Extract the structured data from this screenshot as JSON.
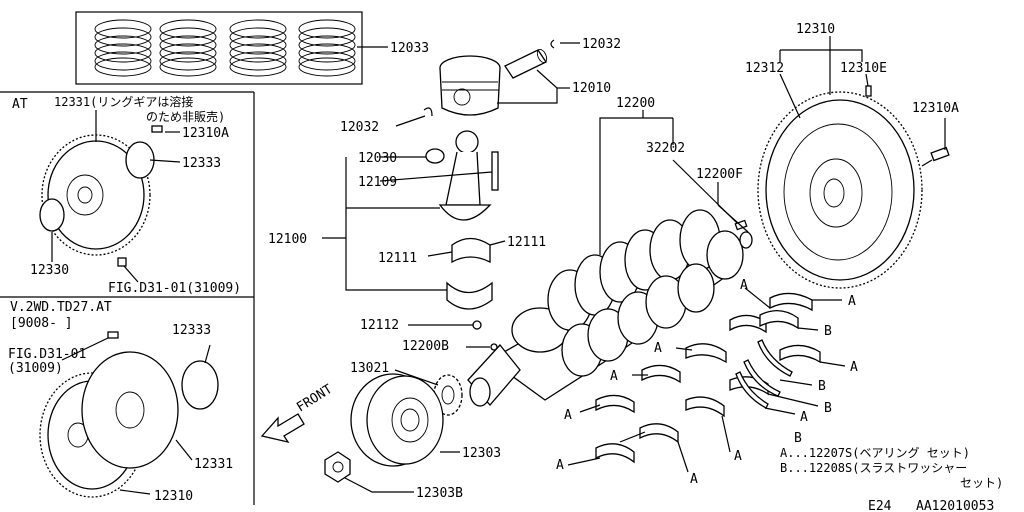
{
  "diagram": {
    "labels": {
      "p12033": "12033",
      "p12032a": "12032",
      "p12010": "12010",
      "p12032b": "12032",
      "p12200": "12200",
      "p12310": "12310",
      "p12312": "12312",
      "p12310E": "12310E",
      "p12310A_r": "12310A",
      "p32202": "32202",
      "p12200F": "12200F",
      "p12030": "12030",
      "p12109": "12109",
      "p12100": "12100",
      "p12111a": "12111",
      "p12111b": "12111",
      "p12112": "12112",
      "p12200B": "12200B",
      "p13021": "13021",
      "p12303": "12303",
      "p12303B": "12303B",
      "front": "FRONT",
      "at_title": "AT",
      "at_12331": "12331(リングギアは溶接",
      "at_12331b": "のため非販売)",
      "at_12310A": "12310A",
      "at_12333": "12333",
      "at_12330": "12330",
      "at_fig": "FIG.D31-01(31009)",
      "v_title": "V.2WD.TD27.AT",
      "v_date": "[9008-   ]",
      "v_fig": "FIG.D31-01",
      "v_fig2": "(31009)",
      "v_12333": "12333",
      "v_12331": "12331",
      "v_12310": "12310",
      "A": "A",
      "B": "B",
      "legendA": "A...12207S(ベアリング  セット)",
      "legendB": "B...12208S(スラストワッシャー",
      "legendB2": "セット)",
      "code_e24": "E24",
      "code_doc": "AA12010053"
    }
  }
}
